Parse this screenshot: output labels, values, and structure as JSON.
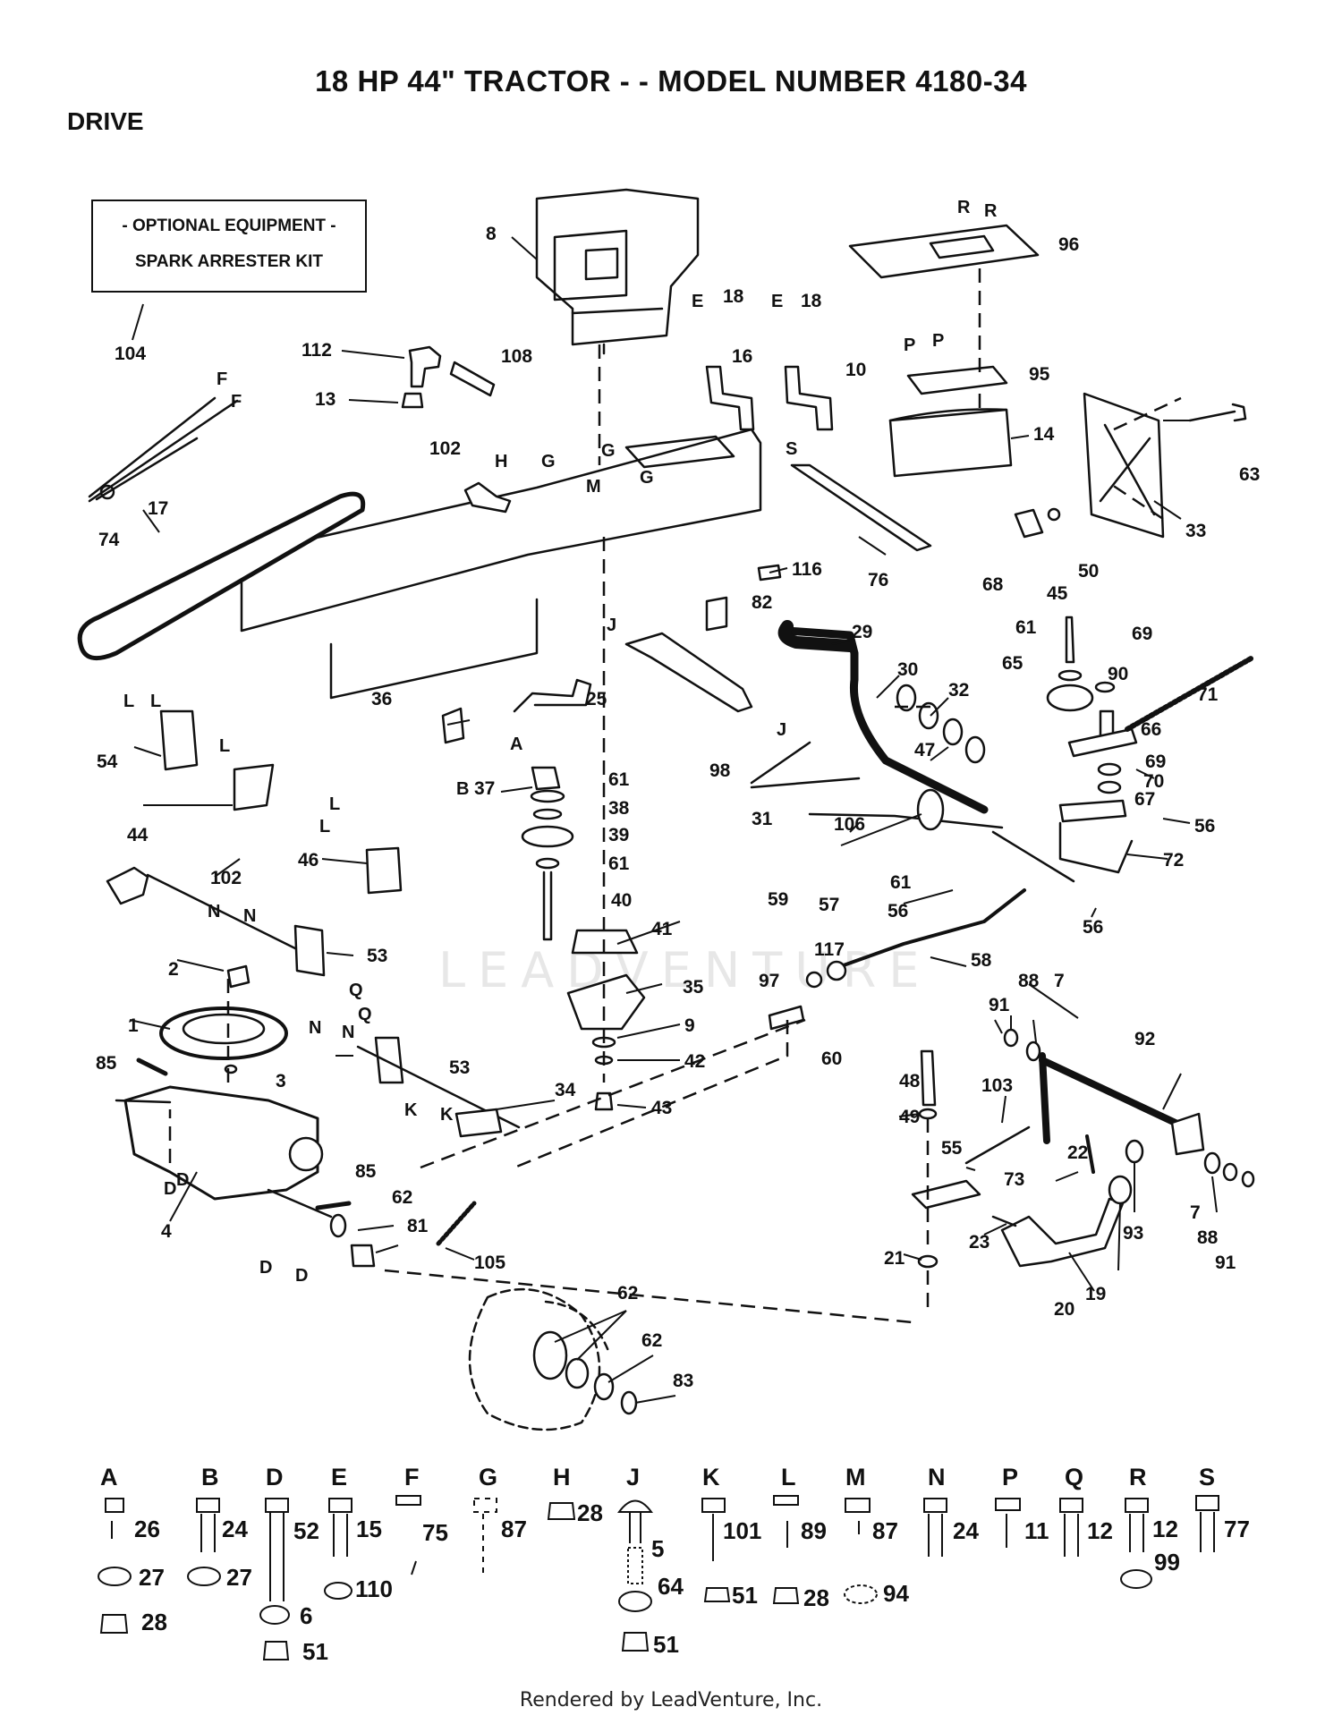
{
  "header": {
    "title": "18 HP 44\" TRACTOR - - MODEL NUMBER 4180-34",
    "section": "DRIVE"
  },
  "optional_box": {
    "line1": "- OPTIONAL EQUIPMENT -",
    "line2": "SPARK ARRESTER KIT"
  },
  "watermark": "LEADVENTURE",
  "footer": "Rendered by LeadVenture, Inc.",
  "callouts": [
    "8",
    "104",
    "112",
    "108",
    "13",
    "18",
    "16",
    "E",
    "18",
    "E",
    "10",
    "R",
    "R",
    "96",
    "P",
    "P",
    "95",
    "14",
    "63",
    "33",
    "F",
    "F",
    "74",
    "17",
    "102",
    "H",
    "G",
    "G",
    "M",
    "G",
    "S",
    "76",
    "50",
    "45",
    "116",
    "82",
    "29",
    "30",
    "J",
    "J",
    "25",
    "98",
    "36",
    "A",
    "B",
    "54",
    "L",
    "L",
    "L",
    "44",
    "46",
    "L",
    "L",
    "37",
    "61",
    "38",
    "39",
    "61",
    "40",
    "41",
    "32",
    "47",
    "31",
    "106",
    "61",
    "57",
    "59",
    "56",
    "68",
    "61",
    "65",
    "69",
    "90",
    "71",
    "66",
    "69",
    "70",
    "67",
    "56",
    "72",
    "56",
    "102",
    "N",
    "N",
    "53",
    "2",
    "1",
    "Q",
    "Q",
    "N",
    "N",
    "53",
    "3",
    "85",
    "34",
    "K",
    "K",
    "35",
    "9",
    "42",
    "43",
    "117",
    "97",
    "60",
    "58",
    "48",
    "49",
    "55",
    "103",
    "91",
    "88",
    "7",
    "92",
    "22",
    "73",
    "7",
    "88",
    "91",
    "93",
    "23",
    "21",
    "20",
    "19",
    "4",
    "D",
    "D",
    "D",
    "D",
    "85",
    "62",
    "81",
    "105",
    "62",
    "62",
    "83"
  ],
  "hardware_key": [
    {
      "letter": "A",
      "parts": [
        "26",
        "27",
        "28"
      ]
    },
    {
      "letter": "B",
      "parts": [
        "24",
        "27"
      ]
    },
    {
      "letter": "D",
      "parts": [
        "52",
        "6",
        "51"
      ]
    },
    {
      "letter": "E",
      "parts": [
        "15",
        "110"
      ]
    },
    {
      "letter": "F",
      "parts": [
        "75"
      ]
    },
    {
      "letter": "G",
      "parts": [
        "87"
      ]
    },
    {
      "letter": "H",
      "parts": [
        "28"
      ]
    },
    {
      "letter": "J",
      "parts": [
        "5",
        "64",
        "51"
      ]
    },
    {
      "letter": "K",
      "parts": [
        "101",
        "51"
      ]
    },
    {
      "letter": "L",
      "parts": [
        "89",
        "28"
      ]
    },
    {
      "letter": "M",
      "parts": [
        "87",
        "94"
      ]
    },
    {
      "letter": "N",
      "parts": [
        "24"
      ]
    },
    {
      "letter": "P",
      "parts": [
        "11"
      ]
    },
    {
      "letter": "Q",
      "parts": [
        "12"
      ]
    },
    {
      "letter": "R",
      "parts": [
        "12",
        "99"
      ]
    },
    {
      "letter": "S",
      "parts": [
        "77"
      ]
    }
  ]
}
